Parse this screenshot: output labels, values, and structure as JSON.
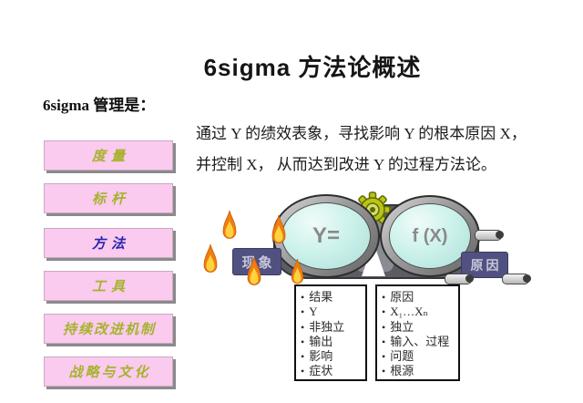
{
  "title": "6sigma 方法论概述",
  "subtitle": "6sigma 管理是：",
  "sidebar": {
    "items": [
      {
        "label": "度量"
      },
      {
        "label": "标杆"
      },
      {
        "label": "方法"
      },
      {
        "label": "工具"
      },
      {
        "label": "持续改进机制"
      },
      {
        "label": "战略与文化"
      }
    ]
  },
  "description": {
    "lines": [
      "通过 Y 的绩效表象，寻找影响 Y 的根本原因 X，",
      "并控制 X， 从而达到改进 Y 的过程方法论。"
    ]
  },
  "diagram": {
    "left_lens_label": "Y=",
    "right_lens_label": "f (X)",
    "left_badge": "现象",
    "right_badge": "原因",
    "left_list": {
      "items": [
        "结果",
        "Y",
        "非独立",
        "输出",
        "影响",
        "症状"
      ]
    },
    "right_list": {
      "items": [
        "原因",
        "X₁…Xₙ",
        "独立",
        "输入、过程",
        "问题",
        "根源"
      ]
    }
  },
  "colors": {
    "box_pink": "#facaef",
    "box_shadow_gray": "#8a8a8a",
    "label_olive": "#a6b32c",
    "label_blue": "#2726ae",
    "lens_cyan": "#cdf2ec",
    "binocular_gray": "#5c5c64",
    "gear_olive": "#b9c513",
    "badge_navy": "#515181",
    "flame_orange": "#f07d12",
    "flame_yellow": "#ffd23e"
  }
}
